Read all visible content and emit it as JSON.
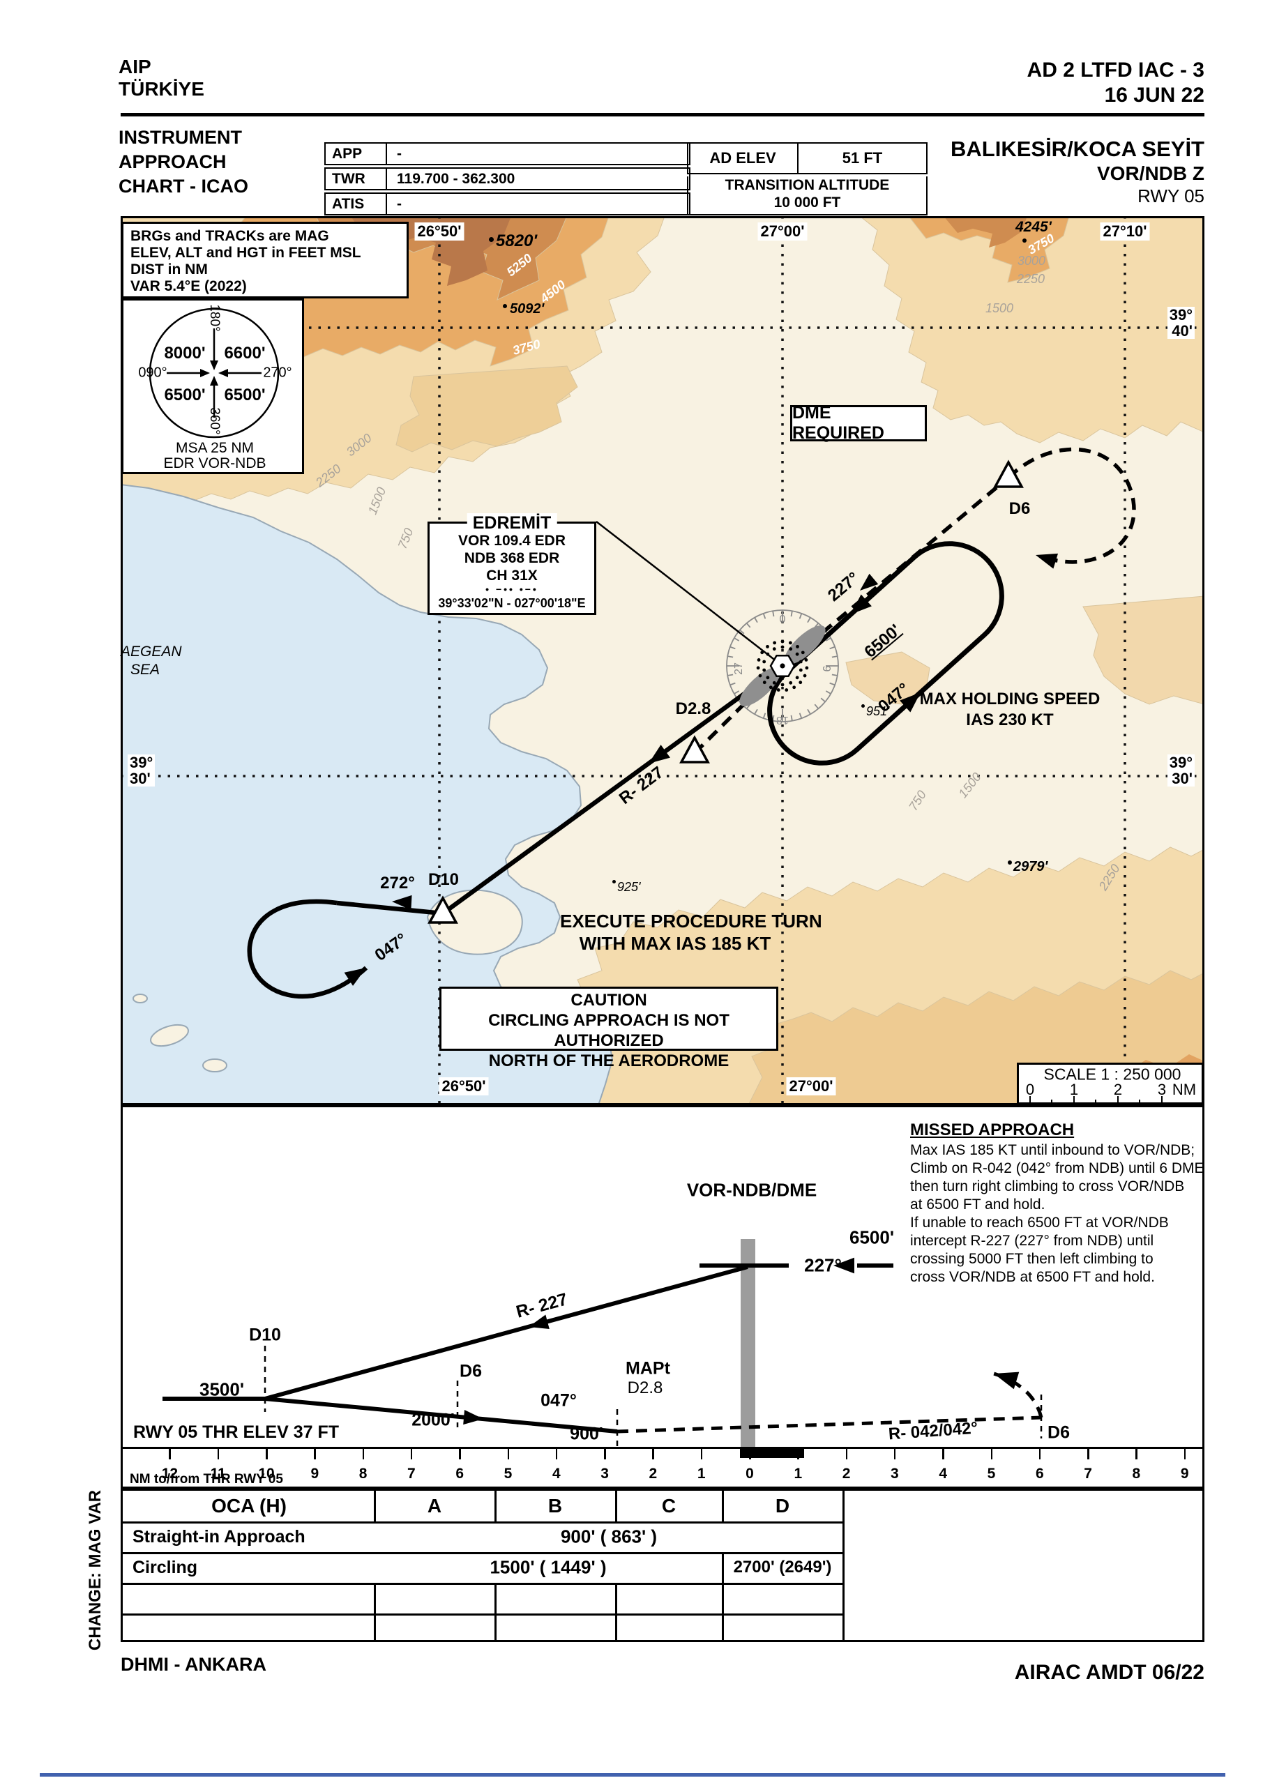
{
  "header": {
    "aip": "AIP",
    "country": "TÜRKİYE",
    "doc_ref": "AD 2 LTFD IAC - 3",
    "date": "16 JUN 22",
    "chart_type": [
      "INSTRUMENT",
      "APPROACH",
      "CHART - ICAO"
    ],
    "comm": [
      {
        "label": "APP",
        "value": "-"
      },
      {
        "label": "TWR",
        "value": "119.700 - 362.300"
      },
      {
        "label": "ATIS",
        "value": "-"
      }
    ],
    "ad_elev_label": "AD ELEV",
    "ad_elev_value": "51 FT",
    "transition_label": "TRANSITION ALTITUDE",
    "transition_value": "10 000 FT",
    "airport": "BALIKESİR/KOCA SEYİT",
    "procedure": "VOR/NDB Z",
    "runway": "RWY 05"
  },
  "map": {
    "notes": [
      "BRGs and TRACKs are MAG",
      "ELEV, ALT and HGT in FEET MSL",
      "DIST in NM",
      "VAR 5.4°E (2022)"
    ],
    "msa": {
      "nw": "8000'",
      "ne": "6600'",
      "sw": "6500'",
      "se": "6500'",
      "east": "090°",
      "west": "270°",
      "south": "180°",
      "north": "360°",
      "cap1": "MSA 25 NM",
      "cap2": "EDR VOR-NDB"
    },
    "dme_required": "DME REQUIRED",
    "navaid": {
      "name": "EDREMİT",
      "vor": "VOR 109.4 EDR",
      "ndb": "NDB 368 EDR",
      "ch": "CH 31X",
      "morse": "•  −••  •−•",
      "coords": "39°33'02\"N - 027°00'18\"E"
    },
    "compass": {
      "n": "0",
      "e": "9",
      "s": "18",
      "w": "27"
    },
    "graticule": {
      "m1": "26°50'",
      "m2": "27°00'",
      "m3": "27°10'",
      "b1": "26°50'",
      "b2": "27°00'",
      "p40a": "39°",
      "p40b": "40'",
      "p30a": "39°",
      "p30b": "30'"
    },
    "fixes": {
      "d6": "D6",
      "d28": "D2.8",
      "d10": "D10"
    },
    "courses": {
      "hold_in": "227°",
      "hold_alt": "6500'",
      "hold_out": "047°",
      "radial": "R- 227",
      "pt_out": "272°",
      "pt_in": "047°"
    },
    "max_holding": [
      "MAX HOLDING SPEED",
      "IAS 230 KT"
    ],
    "execute": [
      "EXECUTE PROCEDURE TURN",
      "WITH MAX IAS 185 KT"
    ],
    "caution": [
      "CAUTION",
      "CIRCLING APPROACH IS NOT AUTHORIZED",
      "NORTH OF THE AERODROME"
    ],
    "sea_name": [
      "AEGEAN",
      "SEA"
    ],
    "spots": {
      "s5820": "5820'",
      "s5092": "5092'",
      "s4245": "4245'",
      "s951": "951'",
      "s925": "925'",
      "s2979": "2979'"
    },
    "contours": {
      "c5250": "5250",
      "c4500": "4500",
      "c3750": "3750",
      "c3000": "3000",
      "c2250": "2250",
      "c1500": "1500",
      "c750": "750"
    },
    "scale": {
      "title": "SCALE 1 : 250 000",
      "ticks": [
        "0",
        "1",
        "2",
        "3"
      ],
      "unit": "NM"
    }
  },
  "profile": {
    "missed_title": "MISSED APPROACH",
    "missed_lines": [
      "Max IAS 185 KT until inbound to VOR/NDB;",
      "Climb on R-042 (042° from NDB) until 6 DME",
      "then turn right climbing to cross VOR/NDB",
      "at 6500 FT and hold.",
      "If unable to reach 6500 FT at VOR/NDB",
      "intercept R-227 (227° from NDB) until",
      "crossing 5000 FT then left climbing to",
      "cross VOR/NDB at 6500 FT and hold."
    ],
    "vor_label": "VOR-NDB/DME",
    "alt_6500": "6500'",
    "crs_227": "227°",
    "radial_227": "R- 227",
    "d10": "D10",
    "alt_3500": "3500'",
    "d6": "D6",
    "alt_2000": "2000'",
    "crs_047": "047°",
    "mapt1": "MAPt",
    "mapt2": "D2.8",
    "alt_900": "900'",
    "missed_radial": "R- 042/042°",
    "d6_missed": "D6",
    "thr_elev": "RWY 05 THR ELEV 37 FT",
    "ruler_numbers": [
      "12",
      "11",
      "10",
      "9",
      "8",
      "7",
      "6",
      "5",
      "4",
      "3",
      "2",
      "1",
      "0",
      "1",
      "2",
      "3",
      "4",
      "5",
      "6",
      "7",
      "8",
      "9"
    ],
    "ruler_caption": "NM to/from THR RWY 05"
  },
  "minima": {
    "headers": [
      "OCA (H)",
      "A",
      "B",
      "C",
      "D"
    ],
    "straight_label": "Straight-in Approach",
    "straight_value": "900' ( 863' )",
    "circling_label": "Circling",
    "circling_abc": "1500' ( 1449' )",
    "circling_d": "2700' (2649')"
  },
  "footer": {
    "left": "DHMI - ANKARA",
    "right": "AIRAC AMDT 06/22"
  },
  "side_note": "CHANGE: MAG VAR"
}
